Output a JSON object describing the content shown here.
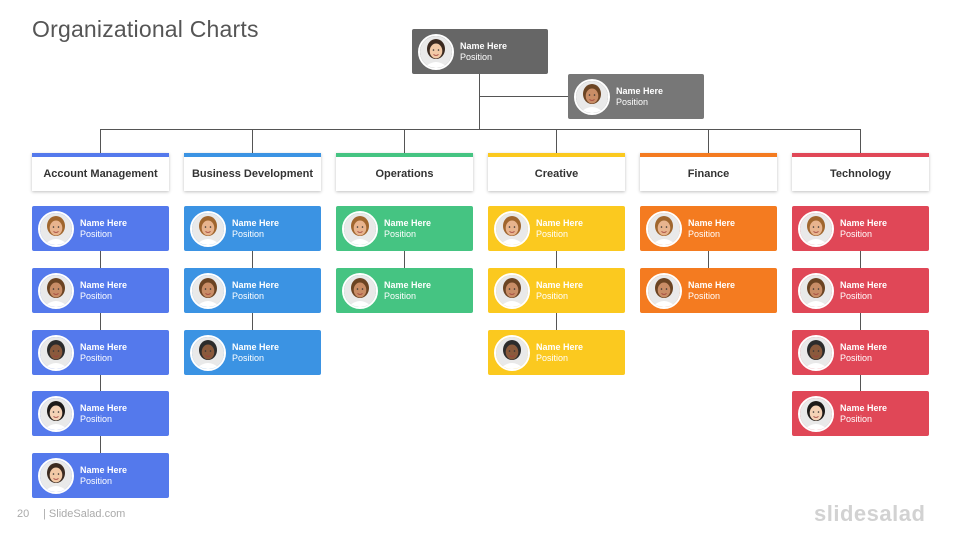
{
  "title": "Organizational Charts",
  "top": {
    "ceo": {
      "name": "Name Here",
      "position": "Position"
    },
    "assistant": {
      "name": "Name Here",
      "position": "Position"
    }
  },
  "departments": [
    {
      "name": "Account Management",
      "color": "#5479ec",
      "members": [
        {
          "name": "Name Here",
          "position": "Position"
        },
        {
          "name": "Name Here",
          "position": "Position"
        },
        {
          "name": "Name Here",
          "position": "Position"
        },
        {
          "name": "Name Here",
          "position": "Position"
        },
        {
          "name": "Name Here",
          "position": "Position"
        }
      ]
    },
    {
      "name": "Business Development",
      "color": "#3b93e3",
      "members": [
        {
          "name": "Name Here",
          "position": "Position"
        },
        {
          "name": "Name Here",
          "position": "Position"
        },
        {
          "name": "Name Here",
          "position": "Position"
        }
      ]
    },
    {
      "name": "Operations",
      "color": "#45c482",
      "members": [
        {
          "name": "Name Here",
          "position": "Position"
        },
        {
          "name": "Name Here",
          "position": "Position"
        }
      ]
    },
    {
      "name": "Creative",
      "color": "#fbc91f",
      "members": [
        {
          "name": "Name Here",
          "position": "Position"
        },
        {
          "name": "Name Here",
          "position": "Position"
        },
        {
          "name": "Name Here",
          "position": "Position"
        }
      ]
    },
    {
      "name": "Finance",
      "color": "#f47b20",
      "members": [
        {
          "name": "Name Here",
          "position": "Position"
        },
        {
          "name": "Name Here",
          "position": "Position"
        }
      ]
    },
    {
      "name": "Technology",
      "color": "#e04757",
      "members": [
        {
          "name": "Name Here",
          "position": "Position"
        },
        {
          "name": "Name Here",
          "position": "Position"
        },
        {
          "name": "Name Here",
          "position": "Position"
        },
        {
          "name": "Name Here",
          "position": "Position"
        }
      ]
    }
  ],
  "colors": {
    "top_card": "#666666",
    "assistant_card": "#777777",
    "connector": "#555555"
  },
  "footer": {
    "page_number": "20",
    "site": "| SlideSalad.com",
    "logo": "slidesalad"
  }
}
